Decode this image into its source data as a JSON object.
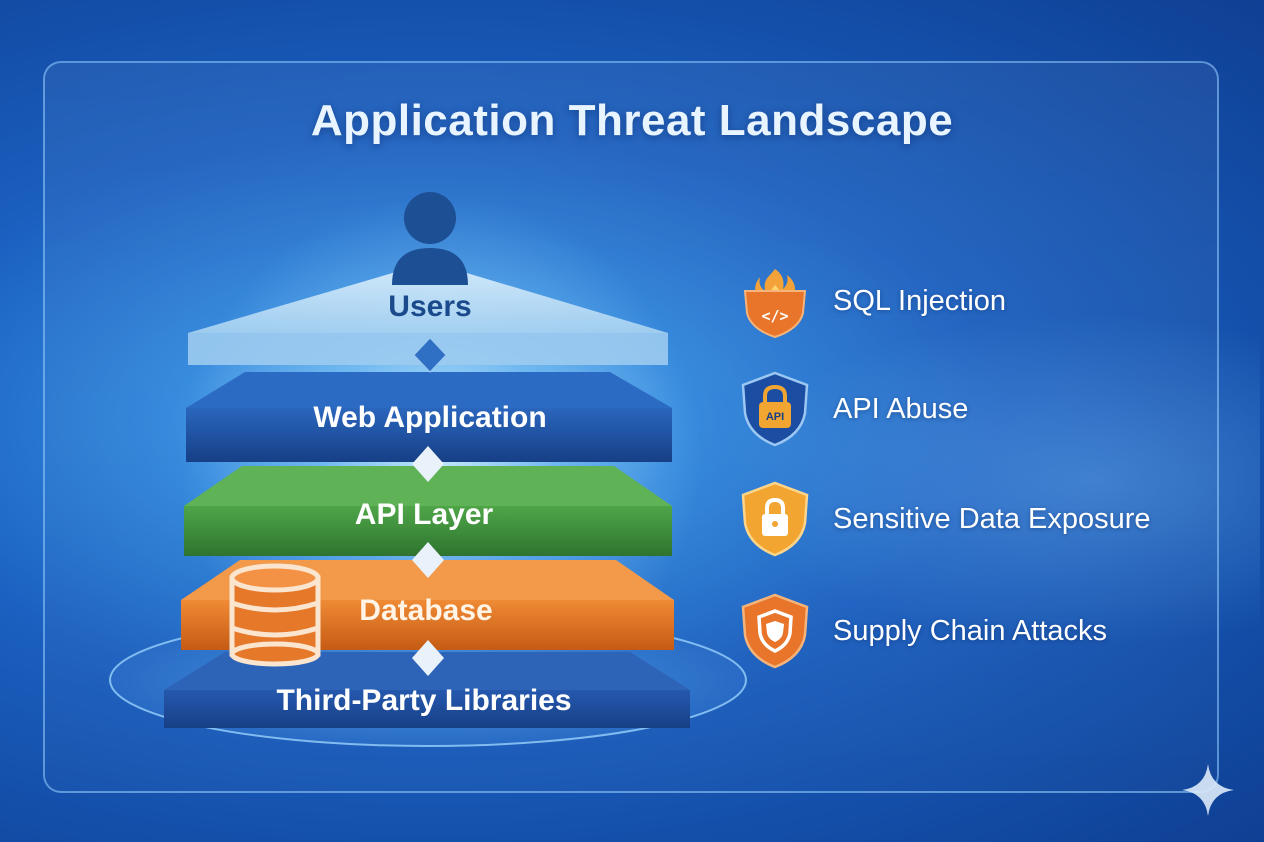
{
  "title": "Application Threat Landscape",
  "layers": [
    {
      "label": "Users",
      "color": "#b8dcf3"
    },
    {
      "label": "Web Application",
      "color": "#1a4f9e"
    },
    {
      "label": "API Layer",
      "color": "#3b8a3a"
    },
    {
      "label": "Database",
      "color": "#e06f1f"
    },
    {
      "label": "Third-Party Libraries",
      "color": "#1d4c9b"
    }
  ],
  "layer_icons": [
    "user-icon",
    "database-icon"
  ],
  "threats": [
    {
      "label": "SQL Injection",
      "icon": "fire-code-shield-icon",
      "color": "#e8752a"
    },
    {
      "label": "API Abuse",
      "icon": "api-lock-shield-icon",
      "color": "#1b4ea3"
    },
    {
      "label": "Sensitive Data Exposure",
      "icon": "lock-shield-icon",
      "color": "#f2a531"
    },
    {
      "label": "Supply Chain Attacks",
      "icon": "shield-icon",
      "color": "#e8752a"
    }
  ],
  "api_badge_text": "API"
}
